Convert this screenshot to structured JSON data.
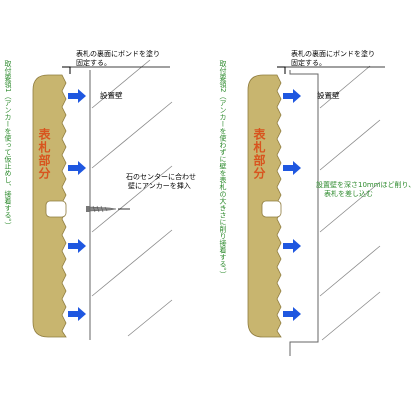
{
  "left": {
    "side_title": "取付要領1（アンカーを使って仮止めし、接着する。）",
    "plate_label": "表札部分",
    "callout_bond": [
      "表札の裏面にボンドを塗り",
      "固定する。"
    ],
    "wall_label": "設置壁",
    "callout_anchor": [
      "石のセンターに合わせ",
      "壁にアンカーを挿入"
    ]
  },
  "right": {
    "side_title": "取付要領2（アンカーを使わずに壁を表札の大きさに削り接着する。）",
    "plate_label": "表札部分",
    "callout_bond": [
      "表札の裏面にボンドを塗り",
      "固定する。"
    ],
    "wall_label": "設置壁",
    "callout_recess": [
      "設置壁を深さ10mmほど削り、",
      "表札を差し込む"
    ]
  },
  "colors": {
    "plate": "#c8b56f",
    "arrow": "#1f57e0",
    "label_orange": "#d8541e",
    "label_green": "#2e8b2e"
  }
}
